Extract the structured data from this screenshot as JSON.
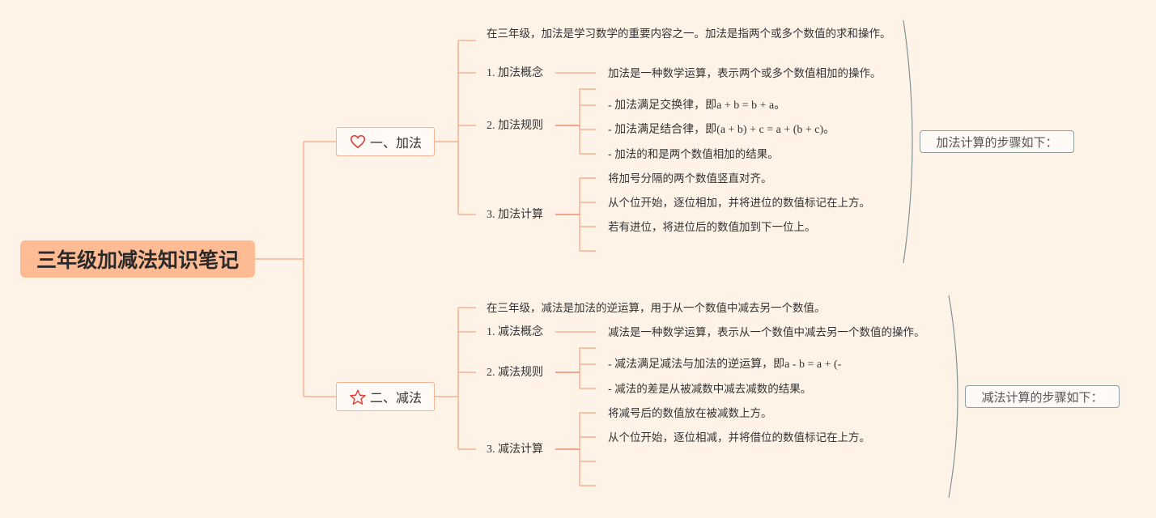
{
  "root": {
    "title": "三年级加减法知识笔记"
  },
  "branches": [
    {
      "label": "一、加法",
      "icon": "heart-icon",
      "intro": "在三年级，加法是学习数学的重要内容之一。加法是指两个或多个数值的求和操作。",
      "concept": {
        "label": "1. 加法概念",
        "text": "加法是一种数学运算，表示两个或多个数值相加的操作。"
      },
      "rules": {
        "label": "2. 加法规则",
        "items": [
          "- 加法满足交换律，即a + b = b + a。",
          "- 加法满足结合律，即(a + b) + c = a + (b + c)。",
          "- 加法的和是两个数值相加的结果。"
        ]
      },
      "calc": {
        "label": "3. 加法计算",
        "items": [
          "将加号分隔的两个数值竖直对齐。",
          "从个位开始，逐位相加，并将进位的数值标记在上方。",
          "若有进位，将进位后的数值加到下一位上。",
          ""
        ]
      },
      "summary": "加法计算的步骤如下："
    },
    {
      "label": "二、减法",
      "icon": "star-icon",
      "intro": "在三年级，减法是加法的逆运算，用于从一个数值中减去另一个数值。",
      "concept": {
        "label": "1. 减法概念",
        "text": "减法是一种数学运算，表示从一个数值中减去另一个数值的操作。"
      },
      "rules": {
        "label": "2. 减法规则",
        "items": [
          "- 减法满足减法与加法的逆运算，即a - b = a + (-",
          "- 减法的差是从被减数中减去减数的结果。"
        ]
      },
      "calc": {
        "label": "3. 减法计算",
        "items": [
          "将减号后的数值放在被减数上方。",
          "从个位开始，逐位相减，并将借位的数值标记在上方。",
          "",
          ""
        ]
      },
      "summary": "减法计算的步骤如下："
    }
  ],
  "colors": {
    "background": "#fff3e8",
    "root": "#ffbc94",
    "connector": "#f4b394",
    "connector_strong": "#f08c6c",
    "icon": "#d9443a",
    "summary_border": "#8a9e9e"
  }
}
